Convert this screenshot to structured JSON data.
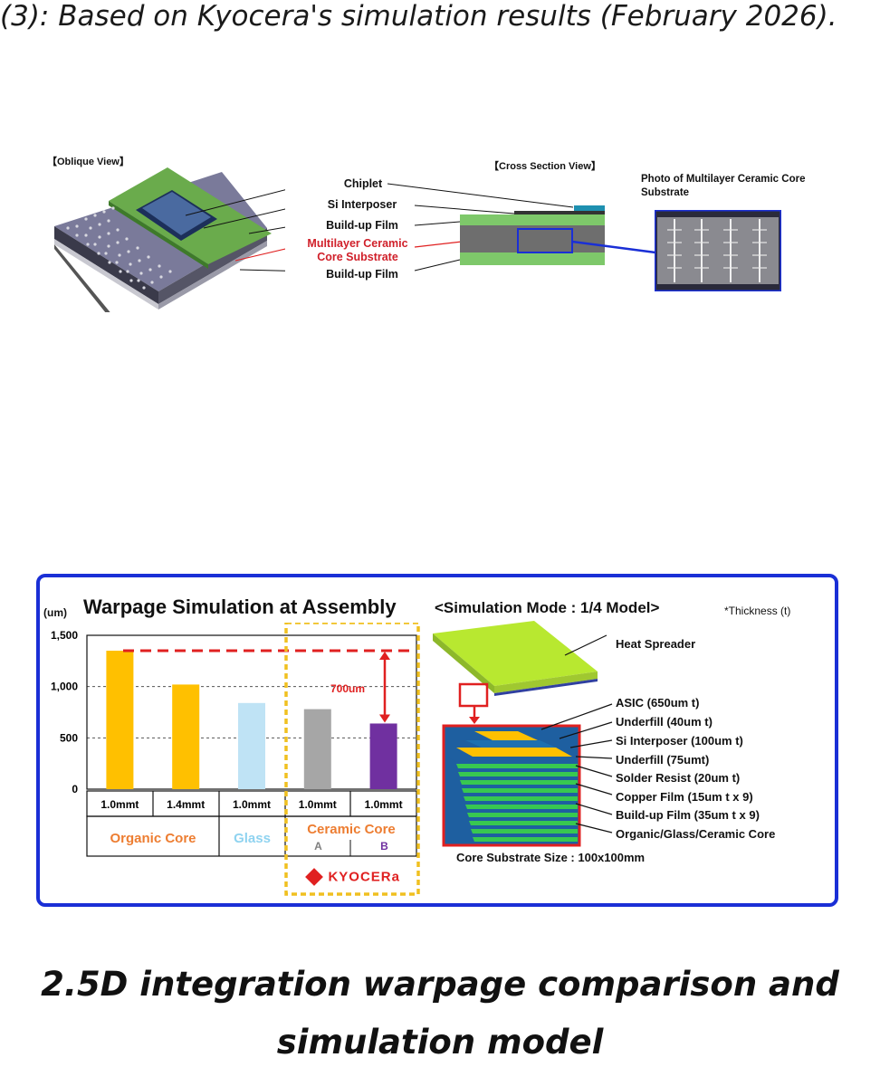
{
  "note": "(3): Based on Kyocera's simulation results (February 2026).",
  "figure1": {
    "oblique_view": "【Oblique View】",
    "cross_section_view": "【Cross Section View】",
    "photo_label": "Photo of Multilayer Ceramic Core Substrate",
    "layers": [
      "Chiplet",
      "Si Interposer",
      "Build-up Film",
      "Multilayer Ceramic Core Substrate",
      "Build-up Film"
    ]
  },
  "figure2": {
    "chart_title": "Warpage Simulation at Assembly",
    "sim_mode": "<Simulation Mode : 1/4 Model>",
    "thickness_note": "*Thickness (t)",
    "heat_spreader": "Heat Spreader",
    "layer_labels": [
      "ASIC (650um t)",
      "Underfill (40um t)",
      "Si Interposer (100um t)",
      "Underfill  (75umt)",
      "Solder Resist  (20um t)",
      "Copper Film (15um t x 9)",
      "Build-up Film (35um t x 9)",
      "Organic/Glass/Ceramic Core"
    ],
    "core_size": "Core Substrate Size : 100x100mm",
    "brand": "KYOCERa",
    "annotation": "700um",
    "groups": [
      "Organic Core",
      "Glass",
      "Ceramic Core"
    ],
    "sub_labels": [
      "A",
      "B"
    ]
  },
  "chart_data": {
    "type": "bar",
    "title": "Warpage Simulation at Assembly",
    "ylabel": "(um)",
    "ylim": [
      0,
      1500
    ],
    "yticks": [
      "1,500",
      "1,000",
      "500",
      "0"
    ],
    "categories": [
      "1.0mmt",
      "1.4mmt",
      "1.0mmt",
      "1.0mmt",
      "1.0mmt"
    ],
    "values": [
      1350,
      1020,
      840,
      780,
      640
    ],
    "colors": [
      "#ffc000",
      "#ffc000",
      "#bfe3f5",
      "#a6a6a6",
      "#7030a0"
    ]
  },
  "caption_line1": "2.5D integration warpage comparison and",
  "caption_line2": "simulation model",
  "colors": {
    "frame": "#1a2fd6",
    "organic": "#ed7d31",
    "glass": "#8fd3f0",
    "ceramic_b": "#7030a0",
    "highlight": "#f0c020",
    "red": "#e02020"
  }
}
